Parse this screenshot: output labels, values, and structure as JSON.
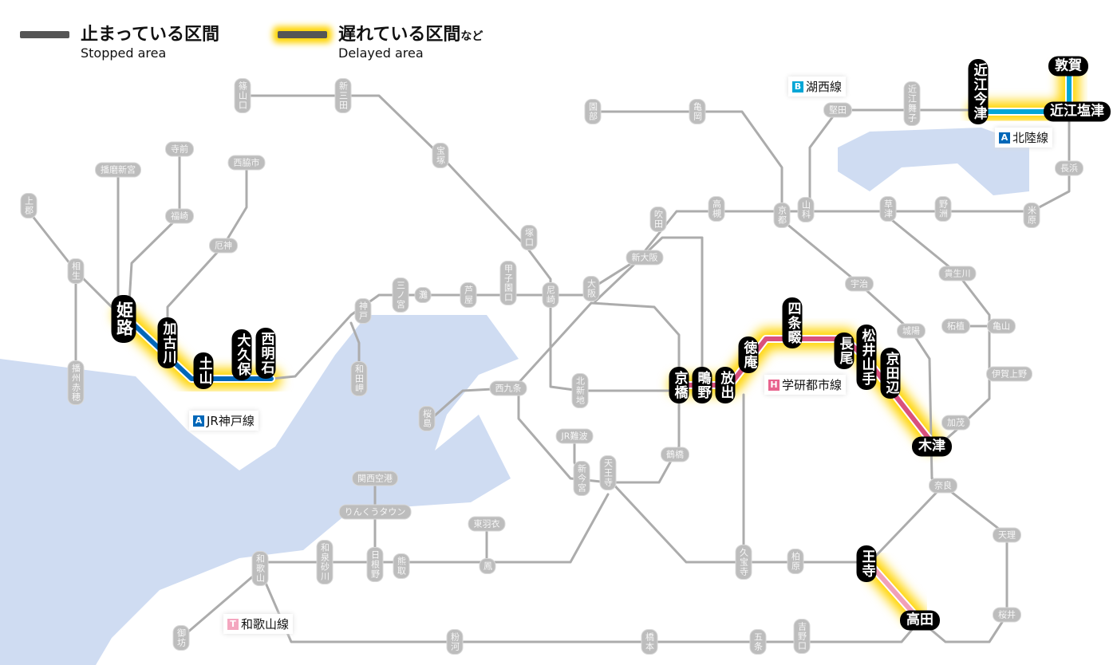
{
  "legend": {
    "stopped": {
      "ja": "止まっている区間",
      "en": "Stopped area",
      "color": "#555555"
    },
    "delayed": {
      "ja": "遅れている区間",
      "ja_suffix": "など",
      "en": "Delayed area",
      "color": "#555555",
      "glow": "#ffd400"
    }
  },
  "lines": [
    {
      "badge": "A",
      "name": "JR神戸線",
      "color": "#0067b8"
    },
    {
      "badge": "B",
      "name": "湖西線",
      "color": "#00a6d6"
    },
    {
      "badge": "A",
      "name": "北陸線",
      "color": "#0067b8"
    },
    {
      "badge": "H",
      "name": "学研都市線",
      "color": "#e8648e"
    },
    {
      "badge": "T",
      "name": "和歌山線",
      "color": "#f4a6bf"
    }
  ],
  "colors": {
    "line": "#acacac",
    "water": "#cfdcf2",
    "glow": "#ffd400",
    "kobe": "#0067b8",
    "hokuriku": "#00a6d6",
    "gakken": "#d9507c",
    "wakayama": "#f0a0b8"
  },
  "stations_affected": [
    "姫路",
    "加古川",
    "土山",
    "大久保",
    "西明石",
    "京橋",
    "鴫野",
    "放出",
    "徳庵",
    "四条畷",
    "長尾",
    "松井山手",
    "京田辺",
    "木津",
    "王寺",
    "高田",
    "近江今津",
    "敦賀",
    "近江塩津"
  ],
  "stations_normal": [
    "篠山口",
    "新三田",
    "宝塚",
    "寺前",
    "播磨新宮",
    "西脇市",
    "上郡",
    "福崎",
    "相生",
    "厄神",
    "播州赤穂",
    "塚口",
    "三ノ宮",
    "灘",
    "芦屋",
    "甲子園口",
    "尼崎",
    "神戸",
    "和田岬",
    "西九条",
    "桜島",
    "北新地",
    "大阪",
    "新大阪",
    "吹田",
    "高槻",
    "京都",
    "山科",
    "園部",
    "亀岡",
    "堅田",
    "近江舞子",
    "長浜",
    "草津",
    "野洲",
    "米原",
    "宇治",
    "貴生川",
    "城陽",
    "柘植",
    "亀山",
    "伊賀上野",
    "加茂",
    "奈良",
    "天理",
    "桜井",
    "JR難波",
    "新今宮",
    "天王寺",
    "鶴橋",
    "関西空港",
    "りんくうタウン",
    "東羽衣",
    "鳳",
    "熊取",
    "日根野",
    "和泉砂川",
    "和歌山",
    "久宝寺",
    "柏原",
    "御坊",
    "粉河",
    "橋本",
    "五条",
    "吉野口"
  ]
}
